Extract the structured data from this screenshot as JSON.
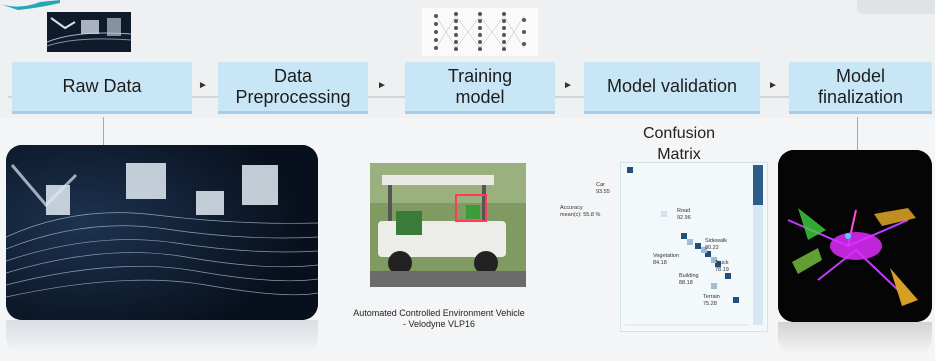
{
  "pipeline": {
    "steps": [
      {
        "label": "Raw Data"
      },
      {
        "label": "Data Preprocessing"
      },
      {
        "label": "Training model"
      },
      {
        "label": "Model validation"
      },
      {
        "label": "Model finalization"
      }
    ]
  },
  "vehicle": {
    "caption_line1": "Automated Controlled Environment Vehicle",
    "caption_line2": "- Velodyne VLP16"
  },
  "confusion_matrix": {
    "title_line1": "Confusion",
    "title_line2": "Matrix",
    "labels": {
      "car": "Car",
      "car_val": "93.55",
      "accuracy": "Accuracy",
      "accuracy_val": "mean(c): 55.8 %",
      "road": "Road",
      "road_val": "92.96",
      "sidewalk": "Sidewalk",
      "sidewalk_val": "80.22",
      "vegetation": "Vegetation",
      "vegetation_val": "84.18",
      "truck": "Truck",
      "truck_val": "78.19",
      "building": "Building",
      "building_val": "88.18",
      "terrain": "Terrain",
      "terrain_val": "75.28"
    }
  },
  "colors": {
    "step_fill": "#c9e6f7",
    "step_border": "#a9cde6",
    "connector": "#7fb3d9"
  }
}
